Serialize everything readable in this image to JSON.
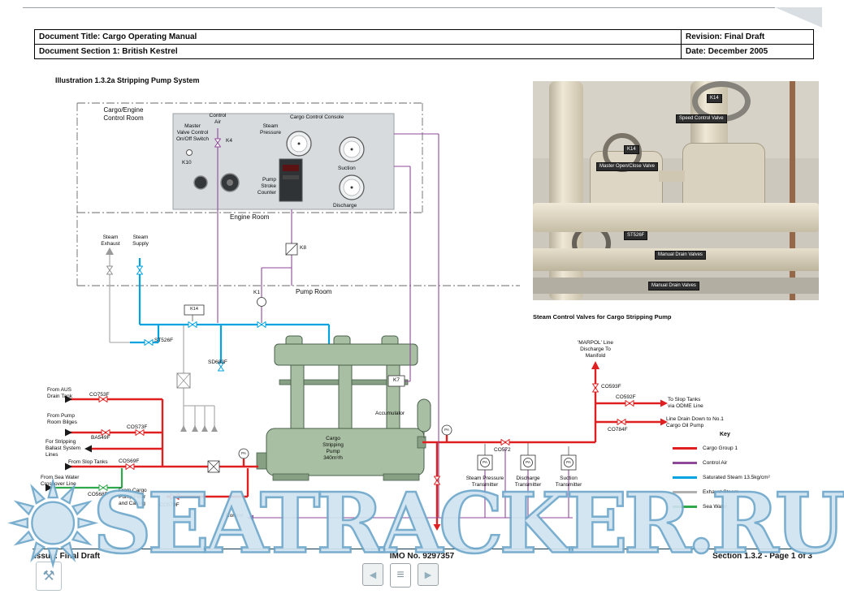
{
  "colors": {
    "cargo": "#e02020",
    "air": "#8e4a98",
    "steam": "#00a3e0",
    "exhaust": "#b0b0b0",
    "sea": "#2ea84a",
    "wmfill": "#cfe3f0",
    "wmstroke": "#6fa8cc"
  },
  "header": {
    "title": "Document Title: Cargo Operating Manual",
    "section": "Document Section 1: British Kestrel",
    "revision": "Revision: Final Draft",
    "date": "Date: December 2005"
  },
  "illustration_title": "Illustration 1.3.2a Stripping Pump System",
  "photo": {
    "caption": "Steam Control Valves for Cargo Stripping Pump",
    "labels": {
      "k14_top": "K14",
      "speed": "Speed Control Valve",
      "k14_side": "K14",
      "master": "Master Open/Close Valve",
      "st526f": "ST526F",
      "drain1": "Manual Drain Valves",
      "drain2": "Manual Drain Valves"
    }
  },
  "diagram": {
    "rooms": {
      "control_room": "Cargo/Engine\nControl Room",
      "engine_room": "Engine Room",
      "pump_room": "Pump Room"
    },
    "console": {
      "title": "Cargo Control Console",
      "master_valve": "Master\nValve Control\nOn/Off Switch",
      "k10": "K10",
      "control_air": "Control\nAir",
      "k4": "K4",
      "steam_pressure": "Steam\nPressure",
      "suction": "Suction",
      "discharge": "Discharge",
      "stroke_counter": "Pump\nStroke\nCounter"
    },
    "valves": {
      "k8": "K8",
      "k1": "K1",
      "k14": "K14",
      "st526f": "ST526F",
      "sd683f": "SD683F",
      "k7": "K7",
      "co753f": "CO753F",
      "ba549f": "BA549F",
      "cos73f": "COS73F",
      "cos69f": "COS69F",
      "co568f": "CO568F",
      "co570f": "CO570F",
      "co572": "CO572",
      "co593f": "CO593F",
      "co592f": "CO592F",
      "co784f": "CO784F"
    },
    "sources": {
      "steam_exhaust": "Steam\nExhaust",
      "steam_supply": "Steam\nSupply",
      "from_aus": "From AUS\nDrain Tank",
      "from_bilges": "From Pump\nRoom Bilges",
      "ballast": "For Stripping\nBallast System\nLines",
      "from_slop": "From Slop Tanks",
      "from_seawater": "From Sea Water\nCrossover Line",
      "from_filter": "From Cargo\nPump Filter\nand Casing"
    },
    "outputs": {
      "marpol": "'MARPOL' Line\nDischarge To\nManifold",
      "to_slop": "To Slop Tanks\nvia ODME Line",
      "line_drain": "Line Drain Down to No.1\nCargo Oil Pump"
    },
    "pump": {
      "label": "Cargo\nStripping\nPump\n340m³/h",
      "accumulator": "Accumulator",
      "pa": "PA"
    },
    "transmitters": {
      "steam": "Steam Pressure\nTransmitter",
      "discharge": "Discharge\nTransmitter",
      "suction": "Suction\nTransmitter",
      "control": "Control"
    }
  },
  "key": {
    "title": "Key",
    "entries": [
      {
        "label": "Cargo Group 1",
        "color": "#e02020"
      },
      {
        "label": "Control Air",
        "color": "#8e4a98"
      },
      {
        "label": "Saturated Steam 13.5kg/cm²",
        "color": "#00a3e0"
      },
      {
        "label": "Exhaust Steam",
        "color": "#b0b0b0"
      },
      {
        "label": "Sea Water",
        "color": "#2ea84a"
      }
    ]
  },
  "footer": {
    "issue": "Issue: Final Draft",
    "imo": "IMO No. 9297357",
    "section": "Section 1.3.2 - Page 1 of 3"
  },
  "watermark": {
    "text": "SEATRACKER.RU"
  },
  "icons": {
    "prev": "◀",
    "next": "▶",
    "doc": "≡",
    "tool": "⚒"
  }
}
